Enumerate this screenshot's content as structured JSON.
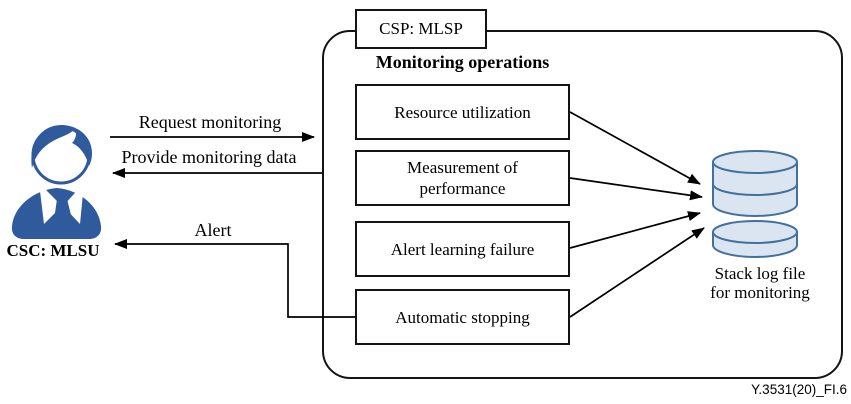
{
  "figure": {
    "footer": "Y.3531(20)_FI.6"
  },
  "actor": {
    "label": "CSC: MLSU",
    "icon": "person-icon"
  },
  "provider": {
    "label": "CSP: MLSP",
    "heading": "Monitoring operations",
    "operations": [
      "Resource utilization",
      "Measurement of performance",
      "Alert learning failure",
      "Automatic stopping"
    ]
  },
  "datastore": {
    "icon": "database-icon",
    "label_line1": "Stack log file",
    "label_line2": "for monitoring"
  },
  "messages": {
    "request": "Request monitoring",
    "provide": "Provide monitoring data",
    "alert": "Alert"
  },
  "colors": {
    "actor_blue": "#2f5a9b",
    "db_fill": "#dbe5f2",
    "db_stroke": "#41719c",
    "line_black": "#000000"
  }
}
